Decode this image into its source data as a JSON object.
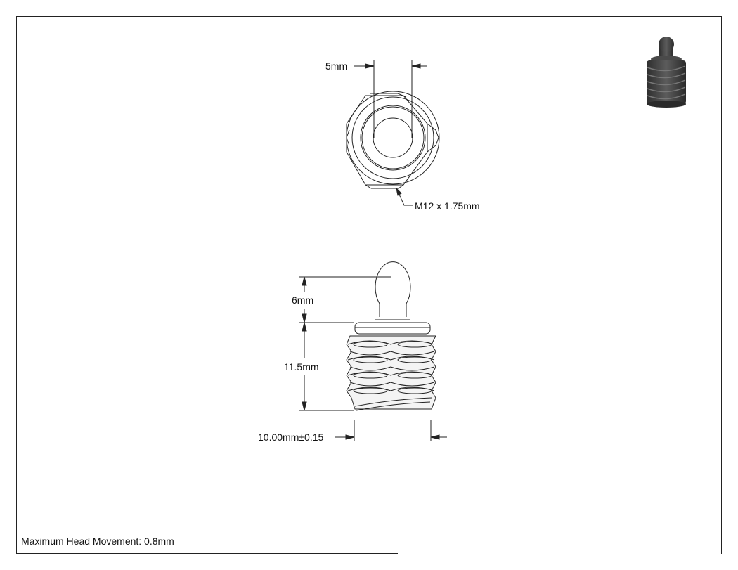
{
  "drawing": {
    "note": "Maximum Head Movement: 0.8mm",
    "dims": {
      "hole_diameter": "5mm",
      "thread_spec": "M12 x 1.75mm",
      "ball_height": "6mm",
      "body_height": "11.5mm",
      "body_diameter": "10.00mm±0.15"
    }
  },
  "colors": {
    "line": "#222222",
    "thread_fill": "#f4f4f4",
    "thumb_dark": "#3a3a3a",
    "thumb_mid": "#5a5a5a"
  },
  "icons": {
    "thumbnail": "ball-plunger-3d-thumbnail-icon"
  }
}
